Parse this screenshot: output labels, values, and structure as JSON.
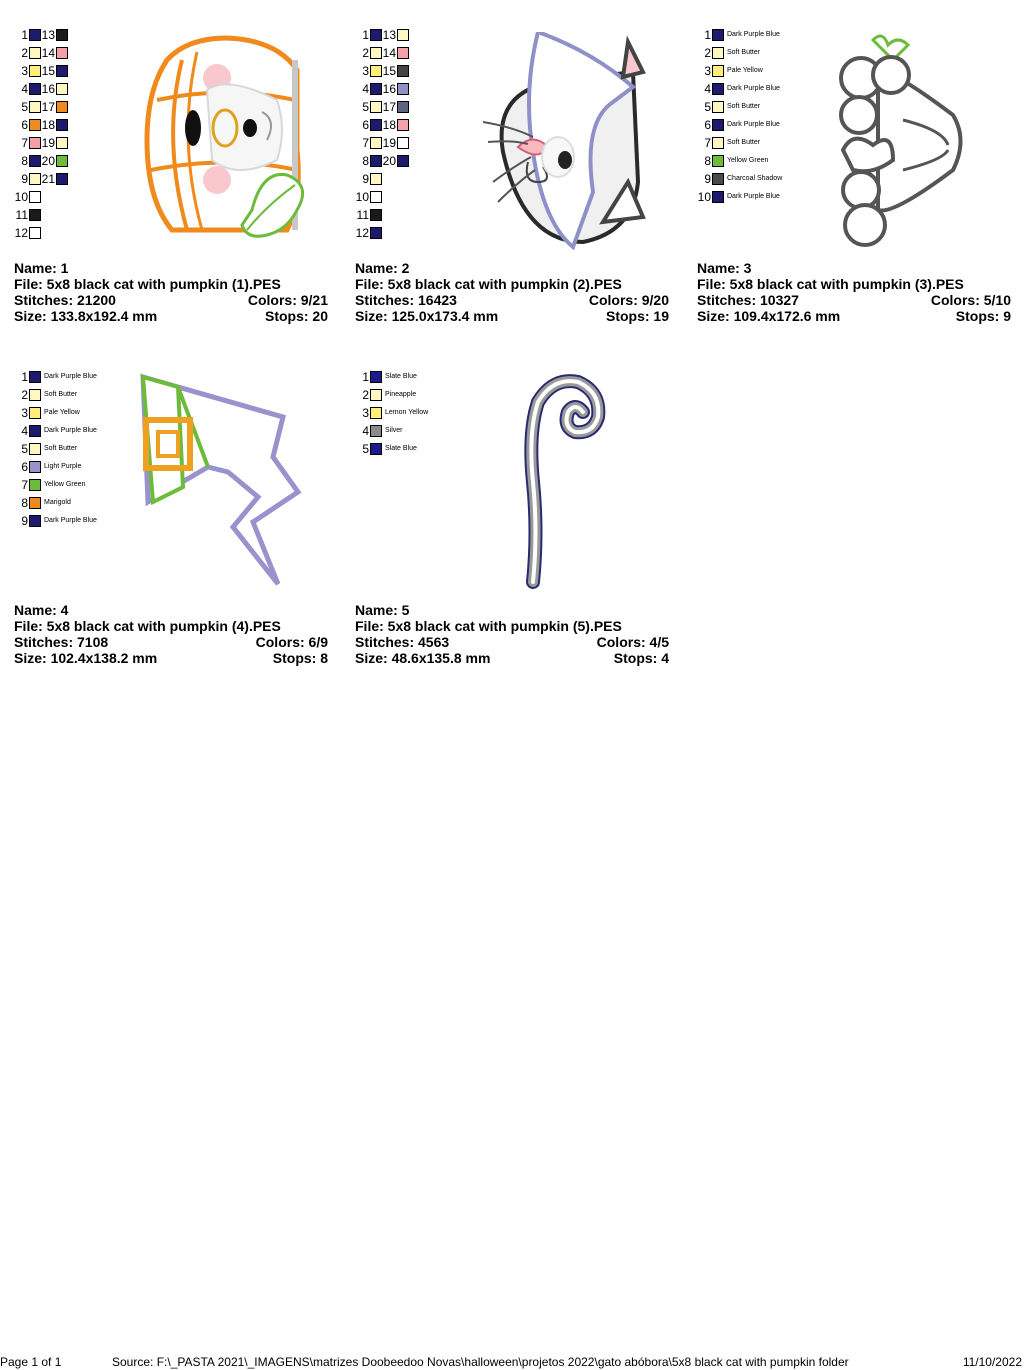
{
  "designs": [
    {
      "name_line": "Name: 1",
      "file_line": "File: 5x8 black cat with pumpkin (1).PES",
      "stitches_line": "Stitches: 21200",
      "colors_line": "Colors: 9/21",
      "size_line": "Size: 133.8x192.4 mm",
      "stops_line": "Stops: 20",
      "swatches_a": [
        {
          "num": "1",
          "color": "#1e1a6e"
        },
        {
          "num": "2",
          "color": "#fff7c2"
        },
        {
          "num": "3",
          "color": "#ffee7a"
        },
        {
          "num": "4",
          "color": "#1e1a6e"
        },
        {
          "num": "5",
          "color": "#fff7c2"
        },
        {
          "num": "6",
          "color": "#f08a1c"
        },
        {
          "num": "7",
          "color": "#f4a0a8"
        },
        {
          "num": "8",
          "color": "#1e1a6e"
        },
        {
          "num": "9",
          "color": "#fff7c2"
        },
        {
          "num": "10",
          "color": "#ffffff"
        },
        {
          "num": "11",
          "color": "#1a1a1a"
        },
        {
          "num": "12",
          "color": "#ffffff"
        }
      ],
      "swatches_b": [
        {
          "num": "13",
          "color": "#1a1a1a"
        },
        {
          "num": "14",
          "color": "#f4a0a8"
        },
        {
          "num": "15",
          "color": "#1e1a6e"
        },
        {
          "num": "16",
          "color": "#fff7c2"
        },
        {
          "num": "17",
          "color": "#f08a1c"
        },
        {
          "num": "18",
          "color": "#1e1a6e"
        },
        {
          "num": "19",
          "color": "#fff7c2"
        },
        {
          "num": "20",
          "color": "#6dbb3a"
        },
        {
          "num": "21",
          "color": "#1e1a6e"
        }
      ]
    },
    {
      "name_line": "Name: 2",
      "file_line": "File: 5x8 black cat with pumpkin (2).PES",
      "stitches_line": "Stitches: 16423",
      "colors_line": "Colors: 9/20",
      "size_line": "Size: 125.0x173.4 mm",
      "stops_line": "Stops: 19",
      "swatches_a": [
        {
          "num": "1",
          "color": "#1e1a6e"
        },
        {
          "num": "2",
          "color": "#fff7c2"
        },
        {
          "num": "3",
          "color": "#ffee7a"
        },
        {
          "num": "4",
          "color": "#1e1a6e"
        },
        {
          "num": "5",
          "color": "#fff7c2"
        },
        {
          "num": "6",
          "color": "#1e1a6e"
        },
        {
          "num": "7",
          "color": "#fff7c2"
        },
        {
          "num": "8",
          "color": "#1e1a6e"
        },
        {
          "num": "9",
          "color": "#fff7c2"
        },
        {
          "num": "10",
          "color": "#ffffff"
        },
        {
          "num": "11",
          "color": "#1a1a1a"
        },
        {
          "num": "12",
          "color": "#1e1a6e"
        }
      ],
      "swatches_b": [
        {
          "num": "13",
          "color": "#fff7c2"
        },
        {
          "num": "14",
          "color": "#f4a0a8"
        },
        {
          "num": "15",
          "color": "#444444"
        },
        {
          "num": "16",
          "color": "#9090c8"
        },
        {
          "num": "17",
          "color": "#5a6680"
        },
        {
          "num": "18",
          "color": "#f4a0a8"
        },
        {
          "num": "19",
          "color": "#ffffff"
        },
        {
          "num": "20",
          "color": "#1e1a6e"
        }
      ]
    },
    {
      "name_line": "Name: 3",
      "file_line": "File: 5x8 black cat with pumpkin (3).PES",
      "stitches_line": "Stitches: 10327",
      "colors_line": "Colors: 5/10",
      "size_line": "Size: 109.4x172.6 mm",
      "stops_line": "Stops: 9",
      "swatches": [
        {
          "num": "1",
          "color": "#1e1a6e",
          "name": "Dark Purple Blue"
        },
        {
          "num": "2",
          "color": "#fff7c2",
          "name": "Soft Butter"
        },
        {
          "num": "3",
          "color": "#ffee7a",
          "name": "Pale Yellow"
        },
        {
          "num": "4",
          "color": "#1e1a6e",
          "name": "Dark Purple Blue"
        },
        {
          "num": "5",
          "color": "#fff7c2",
          "name": "Soft Butter"
        },
        {
          "num": "6",
          "color": "#1e1a6e",
          "name": "Dark Purple Blue"
        },
        {
          "num": "7",
          "color": "#fff7c2",
          "name": "Soft Butter"
        },
        {
          "num": "8",
          "color": "#6dbb3a",
          "name": "Yellow Green"
        },
        {
          "num": "9",
          "color": "#4a4a4a",
          "name": "Charcoal Shadow"
        },
        {
          "num": "10",
          "color": "#1e1a6e",
          "name": "Dark Purple Blue"
        }
      ]
    },
    {
      "name_line": "Name: 4",
      "file_line": "File: 5x8 black cat with pumpkin (4).PES",
      "stitches_line": "Stitches: 7108",
      "colors_line": "Colors: 6/9",
      "size_line": "Size: 102.4x138.2 mm",
      "stops_line": "Stops: 8",
      "swatches": [
        {
          "num": "1",
          "color": "#1e1a6e",
          "name": "Dark Purple Blue"
        },
        {
          "num": "2",
          "color": "#fff7c2",
          "name": "Soft Butter"
        },
        {
          "num": "3",
          "color": "#ffee7a",
          "name": "Pale Yellow"
        },
        {
          "num": "4",
          "color": "#1e1a6e",
          "name": "Dark Purple Blue"
        },
        {
          "num": "5",
          "color": "#fff7c2",
          "name": "Soft Butter"
        },
        {
          "num": "6",
          "color": "#9a92cc",
          "name": "Light Purple"
        },
        {
          "num": "7",
          "color": "#6dbb3a",
          "name": "Yellow Green"
        },
        {
          "num": "8",
          "color": "#f08a1c",
          "name": "Marigold"
        },
        {
          "num": "9",
          "color": "#1e1a6e",
          "name": "Dark Purple Blue"
        }
      ]
    },
    {
      "name_line": "Name: 5",
      "file_line": "File: 5x8 black cat with pumpkin (5).PES",
      "stitches_line": "Stitches: 4563",
      "colors_line": "Colors: 4/5",
      "size_line": "Size: 48.6x135.8 mm",
      "stops_line": "Stops: 4",
      "swatches": [
        {
          "num": "1",
          "color": "#1e1a8e",
          "name": "Slate Blue"
        },
        {
          "num": "2",
          "color": "#fff7c2",
          "name": "Pineapple"
        },
        {
          "num": "3",
          "color": "#ffee7a",
          "name": "Lemon Yellow"
        },
        {
          "num": "4",
          "color": "#8a8a8a",
          "name": "Silver"
        },
        {
          "num": "5",
          "color": "#1e1a8e",
          "name": "Slate Blue"
        }
      ]
    }
  ],
  "footer": {
    "page": "Page 1 of 1",
    "source": "Source: F:\\_PASTA 2021\\_IMAGENS\\matrizes Doobeedoo Novas\\halloween\\projetos 2022\\gato abóbora\\5x8 black cat with pumpkin folder",
    "date": "11/10/2022"
  }
}
